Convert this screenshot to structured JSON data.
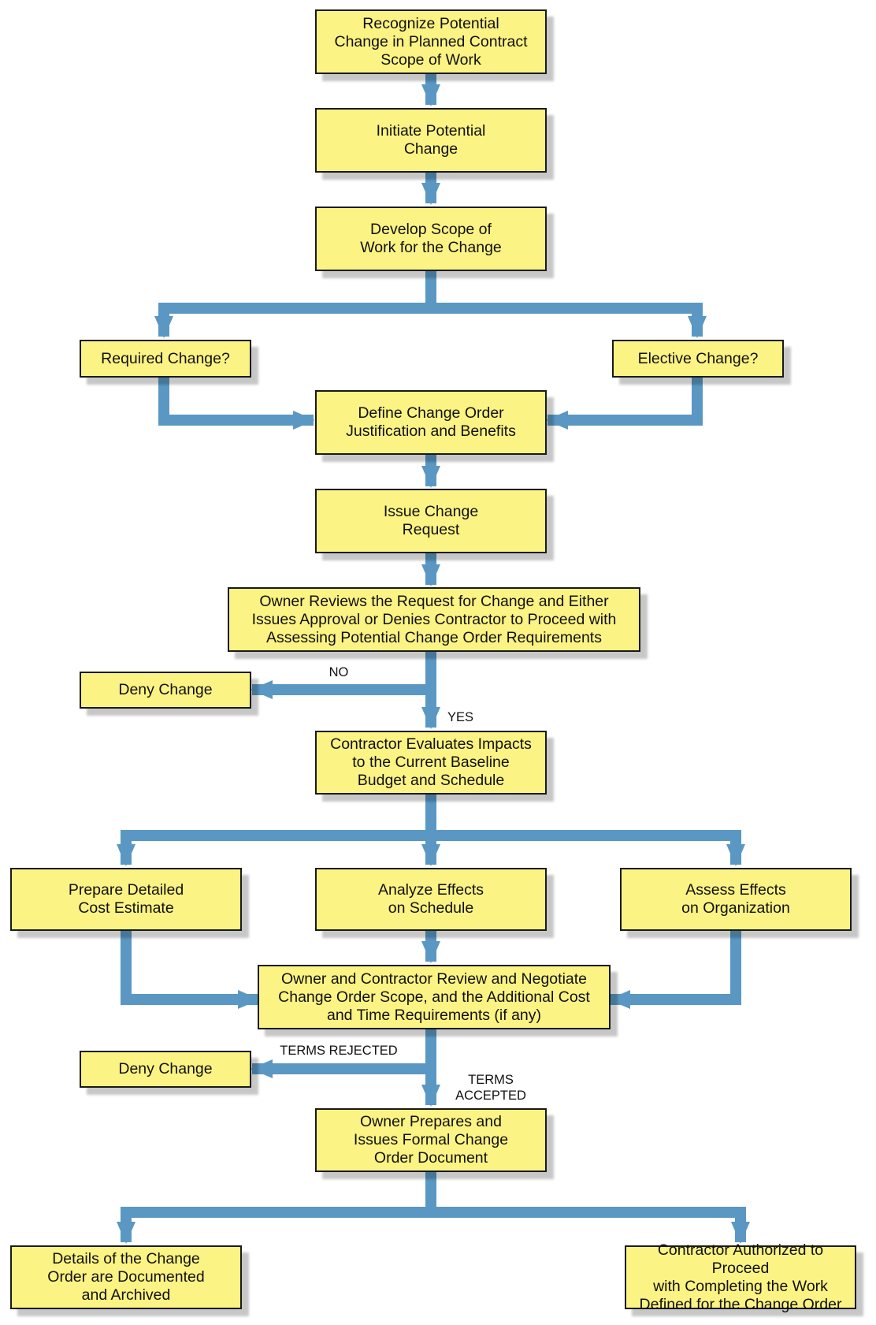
{
  "colors": {
    "box_fill": "#fbf383",
    "box_border": "#1a1a1a",
    "connector": "#5a98c3"
  },
  "steps": {
    "recognize": "Recognize Potential\nChange in Planned Contract\nScope of Work",
    "initiate": "Initiate Potential\nChange",
    "develop_scope": "Develop Scope of\nWork for the Change",
    "required": "Required Change?",
    "elective": "Elective Change?",
    "define": "Define Change Order\nJustification and Benefits",
    "issue_request": "Issue Change\nRequest",
    "owner_review": "Owner Reviews the Request for Change and Either\nIssues Approval or Denies Contractor to Proceed with\nAssessing Potential Change Order Requirements",
    "deny_1": "Deny Change",
    "evaluate": "Contractor Evaluates Impacts\nto the Current Baseline\nBudget and Schedule",
    "estimate": "Prepare Detailed\nCost Estimate",
    "schedule": "Analyze Effects\non Schedule",
    "organization": "Assess Effects\non Organization",
    "negotiate": "Owner and Contractor Review and Negotiate\nChange Order Scope, and the Additional Cost\nand Time Requirements (if any)",
    "deny_2": "Deny Change",
    "formal_doc": "Owner Prepares and\nIssues Formal Change\nOrder Document",
    "archived": "Details of the Change\nOrder are Documented\nand Archived",
    "authorized": "Contractor Authorized to Proceed\nwith Completing the Work\nDefined for the Change Order"
  },
  "labels": {
    "no": "NO",
    "yes": "YES",
    "terms_rejected": "TERMS REJECTED",
    "terms_accepted": "TERMS\nACCEPTED"
  }
}
